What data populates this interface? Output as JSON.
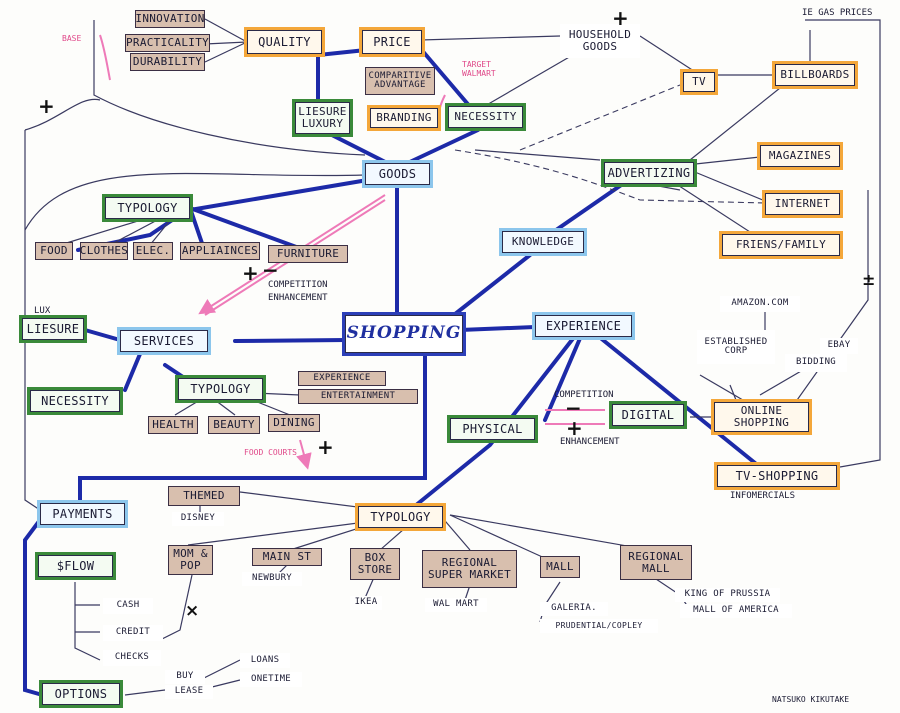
{
  "colors": {
    "blue_link": "#1d2aa8",
    "thin_link": "#3a3a60",
    "pink": "#ee7ab8",
    "orange": "#f4a73a",
    "green": "#3a8a3a",
    "light_blue": "#8cc6ec",
    "tan": "#d8bfae"
  },
  "center": {
    "label": "SHOPPING"
  },
  "quality": {
    "label": "QUALITY",
    "attrs": [
      "INNOVATION",
      "PRACTICALITY",
      "DURABILITY"
    ]
  },
  "price": {
    "label": "PRICE",
    "comparative": "COMPARITIVE ADVANTAGE",
    "branding": "BRANDING",
    "leisure": "LIESURE LUXURY",
    "necessity": "NECESSITY"
  },
  "household": {
    "label": "HOUSEHOLD GOODS",
    "gas": "IE GAS PRICES"
  },
  "media": {
    "tv": "TV",
    "billboards": "BILLBOARDS",
    "magazines": "MAGAZINES",
    "internet": "INTERNET",
    "friends": "FRIENS/FAMILY",
    "advertizing": "ADVERTIZING"
  },
  "goods": {
    "label": "GOODS",
    "typology": "TYPOLOGY",
    "items": [
      "FOOD",
      "CLOTHES",
      "ELEC.",
      "APPLIAINCES",
      "FURNITURE"
    ]
  },
  "knowledge": {
    "label": "KNOWLEDGE"
  },
  "competition": {
    "line1": "COMPETITION",
    "line2": "ENHANCEMENT"
  },
  "services": {
    "label": "SERVICES",
    "lux": "LUX",
    "leisure": "LIESURE",
    "necessity": "NECESSITY",
    "typology": "TYPOLOGY",
    "experience": "EXPERIENCE",
    "entertainment": "ENTERTAINMENT",
    "health": "HEALTH",
    "beauty": "BEAUTY",
    "dining": "DINING",
    "food_courts": "FOOD COURTS"
  },
  "experience": {
    "label": "EXPERIENCE",
    "physical": "PHYSICAL",
    "digital": "DIGITAL",
    "competition": "COMPETITION",
    "enhancement": "ENHANCEMENT"
  },
  "online": {
    "amazon": "AMAZON.COM",
    "established": "ESTABLISHED CORP",
    "ebay": "EBAY",
    "bidding": "BIDDING",
    "online_shopping": "ONLINE SHOPPING",
    "tv_shopping": "TV-SHOPPING",
    "infomercials": "INFOMERCIALS"
  },
  "payments": {
    "label": "PAYMENTS",
    "flow": "$FLOW",
    "cash": "CASH",
    "credit": "CREDIT",
    "checks": "CHECKS",
    "options": "OPTIONS",
    "buy": "BUY",
    "lease": "LEASE",
    "loans": "LOANS",
    "onetime": "ONETIME"
  },
  "physical_typology": {
    "label": "TYPOLOGY",
    "themed": "THEMED",
    "disney": "DISNEY",
    "mom_pop": "MOM & POP",
    "main_st": "MAIN ST",
    "newbury": "NEWBURY",
    "box_store": "BOX STORE",
    "ikea": "IKEA",
    "regional_super": "REGIONAL SUPER MARKET",
    "walmart": "WAL MART",
    "mall": "MALL",
    "galleria": "GALERIA.",
    "prudential": "PRUDENTIAL/COPLEY",
    "regional_mall": "REGIONAL MALL",
    "king": "KING OF PRUSSIA",
    "moa": "MALL OF AMERICA"
  },
  "annotations": {
    "base": "BASE",
    "target_walmart": "TARGET WALMART"
  },
  "signature": "NATSUKO KIKUTAKE"
}
